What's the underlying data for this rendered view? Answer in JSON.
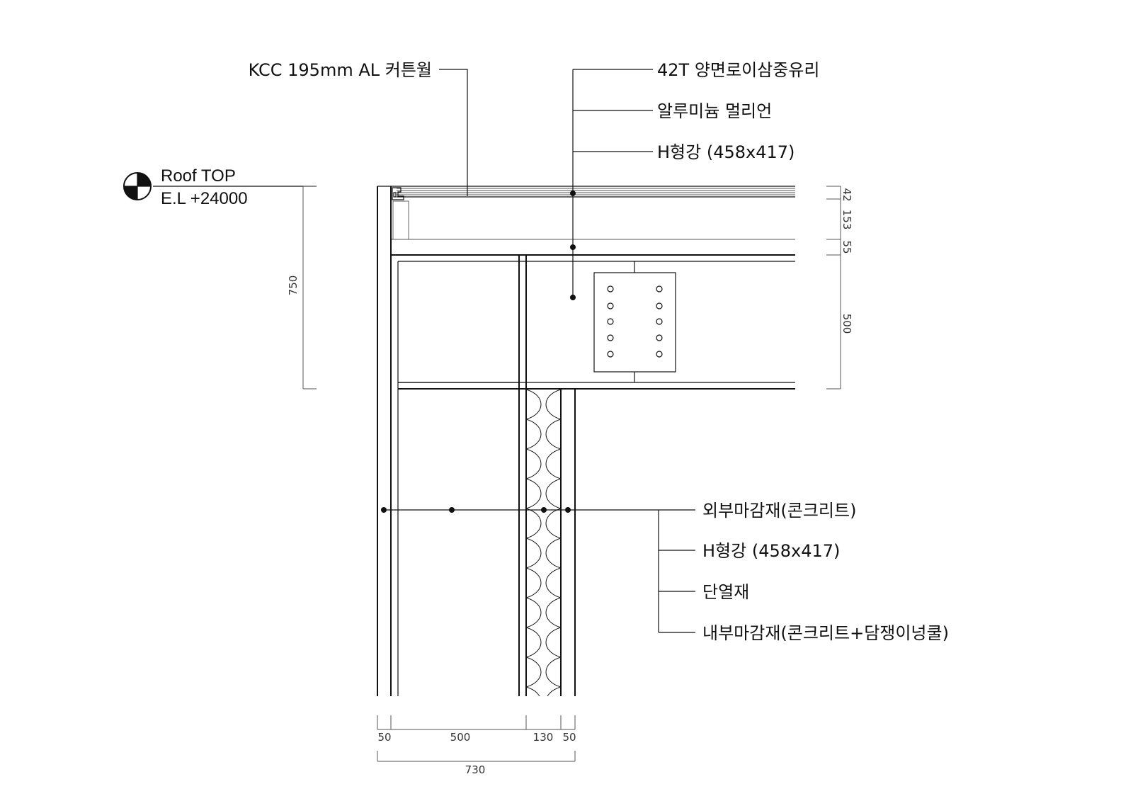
{
  "level": {
    "name": "Roof TOP",
    "elevation": "E.L  +24000"
  },
  "roof_labels": {
    "curtain_wall": "KCC 195mm AL 커튼월",
    "glass": "42T 양면로이삼중유리",
    "mullion": "알루미늄 멀리언",
    "h_beam": "H형강 (458x417)"
  },
  "wall_labels": {
    "exterior_finish": "외부마감재(콘크리트)",
    "h_beam": "H형강 (458x417)",
    "insulation": "단열재",
    "interior_finish": "내부마감재(콘크리트+담쟁이넝쿨)"
  },
  "dimensions": {
    "total_height": "750",
    "glass": "42",
    "mullion": "153",
    "gap": "55",
    "beam_depth": "500",
    "wall_exterior": "50",
    "wall_beam": "500",
    "wall_insulation": "130",
    "wall_interior": "50",
    "wall_total": "730"
  },
  "colors": {
    "line": "#111111",
    "background": "#ffffff"
  }
}
